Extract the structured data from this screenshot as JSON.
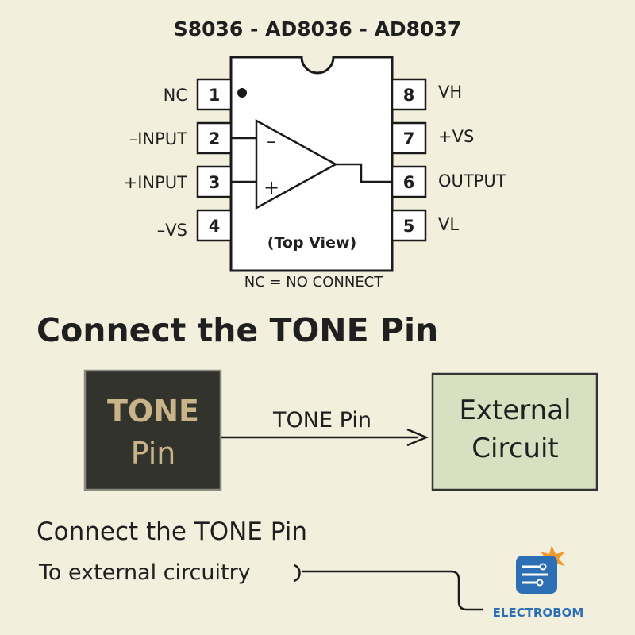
{
  "pinout": {
    "title": "S8036 - AD8036 - AD8037",
    "view_label": "(Top View)",
    "footnote": "NC = NO CONNECT",
    "opamp_minus": "–",
    "opamp_plus": "+",
    "left_pins": [
      {
        "number": "1",
        "label": "NC"
      },
      {
        "number": "2",
        "label": "–INPUT"
      },
      {
        "number": "3",
        "label": "+INPUT"
      },
      {
        "number": "4",
        "label": "–VS"
      }
    ],
    "right_pins": [
      {
        "number": "8",
        "label": "VH"
      },
      {
        "number": "7",
        "label": "+VS"
      },
      {
        "number": "6",
        "label": "OUTPUT"
      },
      {
        "number": "5",
        "label": "VL"
      }
    ]
  },
  "tone_section": {
    "heading": "Connect the TONE Pin",
    "source_box_line1": "TONE",
    "source_box_line2": "Pin",
    "arrow_label": "TONE Pin",
    "target_box_line1": "External",
    "target_box_line2": "Circuit"
  },
  "footer": {
    "line1": "Connect the TONE Pin",
    "line2": "To external circuitry",
    "brand": "ELECTROBOM"
  },
  "colors": {
    "background": "#f2efdd",
    "tone_box_fill": "#33332e",
    "tone_box_text": "#c9b48a",
    "circuit_box_fill": "#d7e0c1",
    "brand_blue": "#2d6fb5",
    "brand_orange": "#f29a2e"
  }
}
